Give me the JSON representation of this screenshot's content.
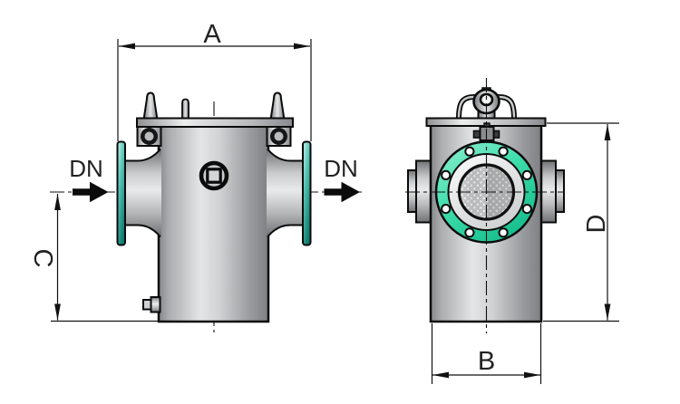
{
  "drawing": {
    "type": "engineering-dimension-drawing",
    "subject": "basket strainer, front and side views",
    "dimension_labels": {
      "a": "A",
      "b": "B",
      "c": "C",
      "d": "D"
    },
    "nominal_diameter_labels": {
      "inlet": "DN",
      "outlet": "DN"
    },
    "colors": {
      "outline": "#0b0b0b",
      "background": "#ffffff",
      "body_gray_light": "#e3e5e6",
      "body_gray_dark": "#85878a",
      "flange_teal": "#35b3a5",
      "gasket_mint": "#3eddab",
      "flange_face": "#e9ebec",
      "mesh_gray": "#c2c4c5",
      "mesh_dot": "#f4f5f5"
    }
  }
}
